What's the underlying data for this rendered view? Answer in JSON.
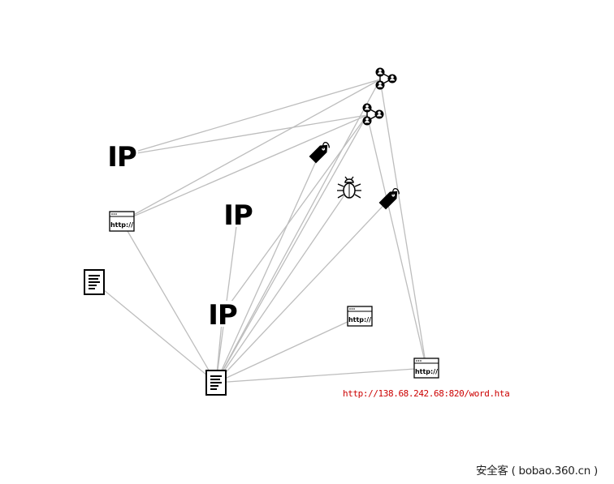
{
  "nodes": [
    {
      "id": "users-1",
      "type": "user-group",
      "icon": "user-group-icon"
    },
    {
      "id": "users-2",
      "type": "user-group",
      "icon": "user-group-icon"
    },
    {
      "id": "ip-1",
      "type": "ip",
      "label": "IP"
    },
    {
      "id": "ip-2",
      "type": "ip",
      "label": "IP"
    },
    {
      "id": "ip-3",
      "type": "ip",
      "label": "IP"
    },
    {
      "id": "tag-1",
      "type": "tag",
      "icon": "tag-icon"
    },
    {
      "id": "tag-2",
      "type": "tag",
      "icon": "tag-icon"
    },
    {
      "id": "bug-1",
      "type": "malware",
      "icon": "bug-icon"
    },
    {
      "id": "url-1",
      "type": "url",
      "label": "http://"
    },
    {
      "id": "url-2",
      "type": "url",
      "label": "http://"
    },
    {
      "id": "url-3",
      "type": "url",
      "label": "http://"
    },
    {
      "id": "doc-1",
      "type": "document",
      "icon": "document-icon"
    },
    {
      "id": "doc-2",
      "type": "document",
      "icon": "document-icon",
      "selected": true
    }
  ],
  "edges": [
    [
      "doc-2",
      "users-1"
    ],
    [
      "doc-2",
      "users-2"
    ],
    [
      "doc-2",
      "tag-1"
    ],
    [
      "doc-2",
      "tag-2"
    ],
    [
      "doc-2",
      "bug-1"
    ],
    [
      "doc-2",
      "url-1"
    ],
    [
      "doc-2",
      "url-2"
    ],
    [
      "doc-2",
      "url-3"
    ],
    [
      "doc-2",
      "doc-1"
    ],
    [
      "doc-2",
      "ip-2"
    ],
    [
      "doc-2",
      "ip-3"
    ],
    [
      "ip-1",
      "users-1"
    ],
    [
      "ip-1",
      "users-2"
    ],
    [
      "url-1",
      "users-1"
    ],
    [
      "url-1",
      "users-2"
    ],
    [
      "ip-3",
      "users-2"
    ],
    [
      "url-3",
      "users-1"
    ],
    [
      "url-3",
      "users-2"
    ]
  ],
  "selected_url_label": "http://138.68.242.68:820/word.hta",
  "watermark": "安全客 ( bobao.360.cn )",
  "colors": {
    "edge": "#bdbdbd",
    "icon": "#000000",
    "url_label": "#cc0000",
    "background": "#ffffff"
  }
}
